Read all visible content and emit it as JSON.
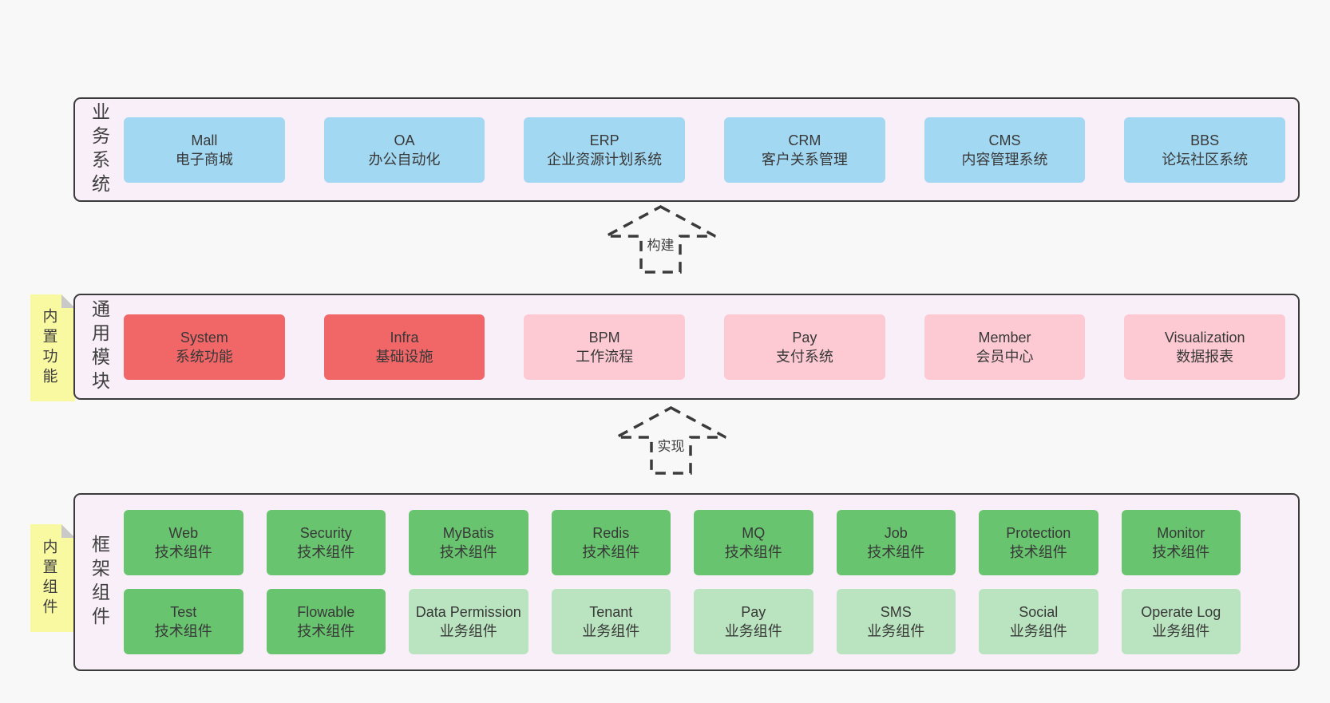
{
  "colors": {
    "page_bg": "#f8f8f8",
    "container_bg": "#f9eff8",
    "container_border": "#3b3b3b",
    "text": "#3f3f3f",
    "blue": "#a3d8f2",
    "red": "#f16667",
    "pink": "#fdcad3",
    "green": "#69c46f",
    "lightgreen": "#bae4bf",
    "note_bg": "#f9f9a2",
    "note_fold": "#c9c9c9",
    "arrow": "#3b3b3b"
  },
  "sections": [
    {
      "label": "业务系统",
      "note": null,
      "rows": [
        [
          {
            "name": "Mall",
            "desc": "电子商城",
            "variant": "blue"
          },
          {
            "name": "OA",
            "desc": "办公自动化",
            "variant": "blue"
          },
          {
            "name": "ERP",
            "desc": "企业资源计划系统",
            "variant": "blue"
          },
          {
            "name": "CRM",
            "desc": "客户关系管理",
            "variant": "blue"
          },
          {
            "name": "CMS",
            "desc": "内容管理系统",
            "variant": "blue"
          },
          {
            "name": "BBS",
            "desc": "论坛社区系统",
            "variant": "blue"
          }
        ]
      ]
    },
    {
      "label": "通用模块",
      "note": "内置功能",
      "rows": [
        [
          {
            "name": "System",
            "desc": "系统功能",
            "variant": "red"
          },
          {
            "name": "Infra",
            "desc": "基础设施",
            "variant": "red"
          },
          {
            "name": "BPM",
            "desc": "工作流程",
            "variant": "pink"
          },
          {
            "name": "Pay",
            "desc": "支付系统",
            "variant": "pink"
          },
          {
            "name": "Member",
            "desc": "会员中心",
            "variant": "pink"
          },
          {
            "name": "Visualization",
            "desc": "数据报表",
            "variant": "pink"
          }
        ]
      ]
    },
    {
      "label": "框架组件",
      "note": "内置组件",
      "rows": [
        [
          {
            "name": "Web",
            "desc": "技术组件",
            "variant": "green"
          },
          {
            "name": "Security",
            "desc": "技术组件",
            "variant": "green"
          },
          {
            "name": "MyBatis",
            "desc": "技术组件",
            "variant": "green"
          },
          {
            "name": "Redis",
            "desc": "技术组件",
            "variant": "green"
          },
          {
            "name": "MQ",
            "desc": "技术组件",
            "variant": "green"
          },
          {
            "name": "Job",
            "desc": "技术组件",
            "variant": "green"
          },
          {
            "name": "Protection",
            "desc": "技术组件",
            "variant": "green"
          },
          {
            "name": "Monitor",
            "desc": "技术组件",
            "variant": "green"
          }
        ],
        [
          {
            "name": "Test",
            "desc": "技术组件",
            "variant": "green"
          },
          {
            "name": "Flowable",
            "desc": "技术组件",
            "variant": "green"
          },
          {
            "name": "Data Permission",
            "desc": "业务组件",
            "variant": "lightgreen"
          },
          {
            "name": "Tenant",
            "desc": "业务组件",
            "variant": "lightgreen"
          },
          {
            "name": "Pay",
            "desc": "业务组件",
            "variant": "lightgreen"
          },
          {
            "name": "SMS",
            "desc": "业务组件",
            "variant": "lightgreen"
          },
          {
            "name": "Social",
            "desc": "业务组件",
            "variant": "lightgreen"
          },
          {
            "name": "Operate Log",
            "desc": "业务组件",
            "variant": "lightgreen"
          }
        ]
      ]
    }
  ],
  "arrows": [
    {
      "label": "构建"
    },
    {
      "label": "实现"
    }
  ]
}
